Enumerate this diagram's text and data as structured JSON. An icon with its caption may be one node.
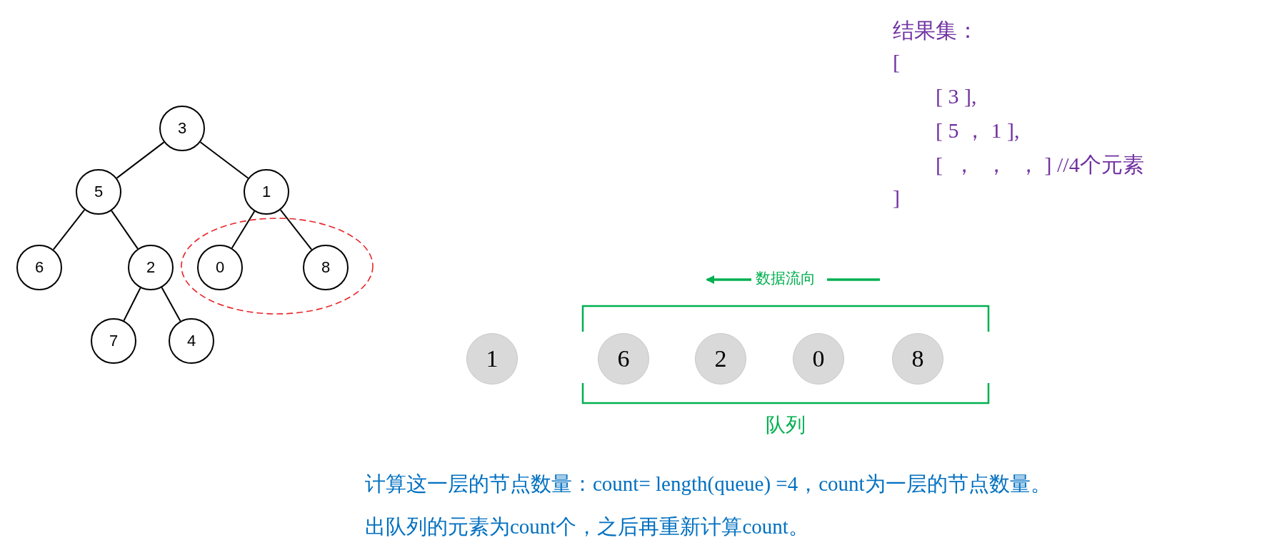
{
  "diagram": {
    "nodes": [
      {
        "text": [
          "3"
        ]
      },
      {
        "text": [
          "5"
        ]
      },
      {
        "text": [
          "1"
        ]
      },
      {
        "text": [
          "6"
        ]
      },
      {
        "text": [
          "2"
        ]
      },
      {
        "text": [
          "0"
        ]
      },
      {
        "text": [
          "8"
        ]
      },
      {
        "text": [
          "7"
        ]
      },
      {
        "text": [
          "4"
        ]
      },
      {
        "text": [
          "队列"
        ]
      },
      {
        "text": [
          "1"
        ]
      },
      {
        "text": [
          "6"
        ],
        "in": 9
      },
      {
        "text": [
          "2"
        ],
        "in": 9
      },
      {
        "text": [
          "0"
        ],
        "in": 9
      },
      {
        "text": [
          "8"
        ],
        "in": 9
      }
    ],
    "edges": [
      {
        "from": 0,
        "to": 1,
        "arrow": "none"
      },
      {
        "from": 0,
        "to": 2,
        "arrow": "none"
      },
      {
        "from": 1,
        "to": 3,
        "arrow": "none"
      },
      {
        "from": 1,
        "to": 4,
        "arrow": "none"
      },
      {
        "from": 2,
        "to": 5,
        "arrow": "none"
      },
      {
        "from": 2,
        "to": 6,
        "arrow": "none"
      },
      {
        "from": 4,
        "to": 7,
        "arrow": "none"
      },
      {
        "from": 4,
        "to": 8,
        "arrow": "none"
      }
    ],
    "labels": [
      "数据流向",
      "结果集：",
      "[",
      "[ 3 ],",
      "[ 5 ， 1 ],",
      "[  ，  ，  ， ] //4个元素",
      "]",
      "计算这一层的节点数量：count= length(queue) =4，count为一层的节点数量。",
      "出队列的元素为count个，之后再重新计算count。"
    ]
  }
}
